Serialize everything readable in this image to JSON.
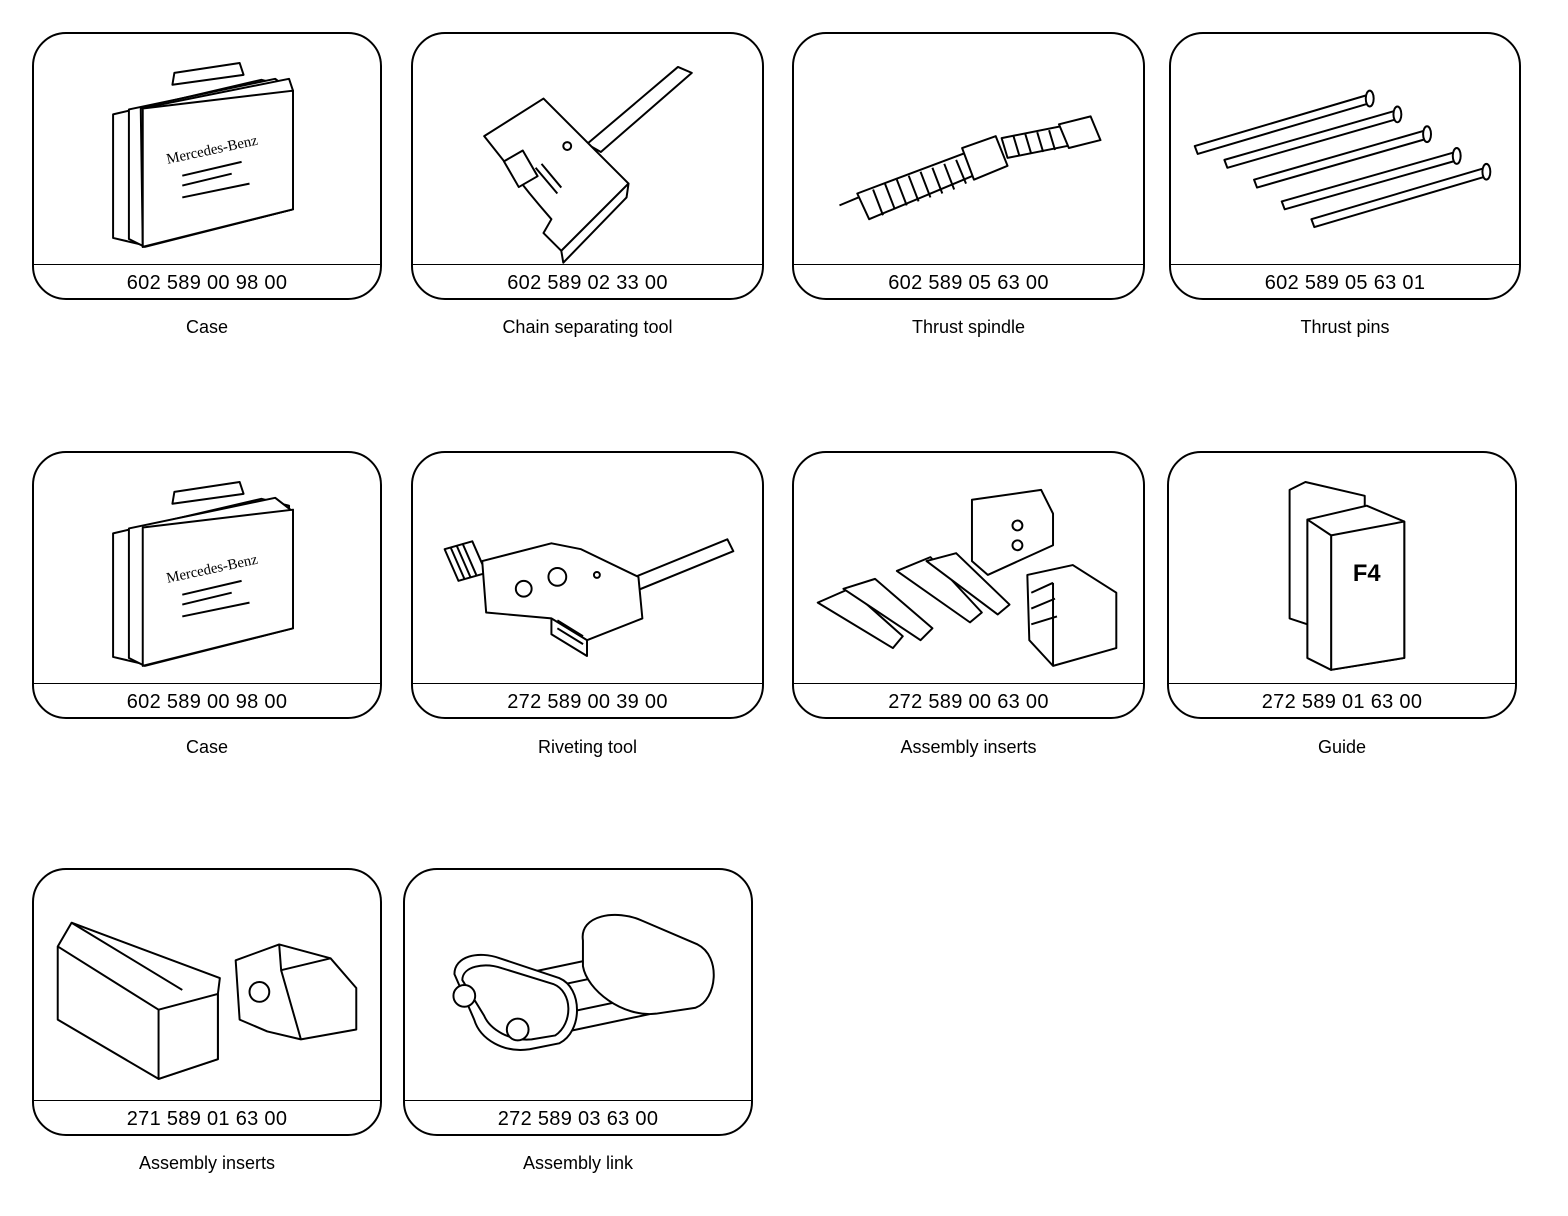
{
  "tools": [
    {
      "part_number": "602 589 00 98 00",
      "caption": "Case",
      "icon": "tool-case-icon",
      "brand": "Mercedes-Benz"
    },
    {
      "part_number": "602 589 02 33 00",
      "caption": "Chain separating tool",
      "icon": "chain-separating-tool-icon"
    },
    {
      "part_number": "602 589 05 63 00",
      "caption": "Thrust spindle",
      "icon": "thrust-spindle-icon"
    },
    {
      "part_number": "602 589 05 63 01",
      "caption": "Thrust pins",
      "icon": "thrust-pins-icon"
    },
    {
      "part_number": "602 589 00 98 00",
      "caption": "Case",
      "icon": "tool-case-icon",
      "brand": "Mercedes-Benz"
    },
    {
      "part_number": "272 589 00 39 00",
      "caption": "Riveting tool",
      "icon": "riveting-tool-icon"
    },
    {
      "part_number": "272 589 00 63 00",
      "caption": "Assembly inserts",
      "icon": "assembly-inserts-icon"
    },
    {
      "part_number": "272 589 01 63 00",
      "caption": "Guide",
      "icon": "guide-block-icon",
      "marking": "F4"
    },
    {
      "part_number": "271 589 01 63 00",
      "caption": "Assembly inserts",
      "icon": "assembly-inserts-blocks-icon"
    },
    {
      "part_number": "272 589 03 63 00",
      "caption": "Assembly link",
      "icon": "assembly-link-icon"
    }
  ]
}
